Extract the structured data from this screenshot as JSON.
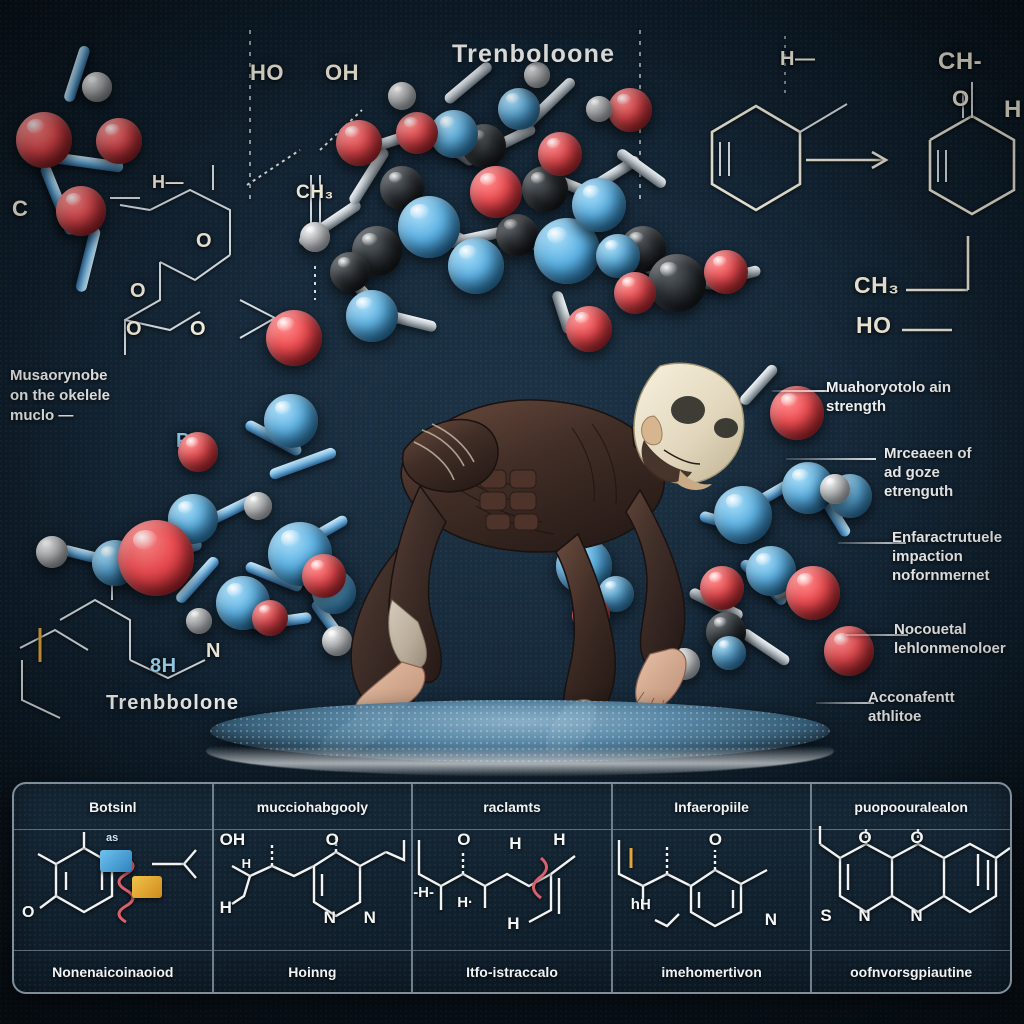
{
  "meta": {
    "background_color": "#13283a",
    "accent_blue": "#5fb4e6",
    "accent_red": "#ef4d52",
    "accent_white": "#eceff1",
    "accent_black": "#30353a",
    "label_color": "#f3eedd"
  },
  "title": {
    "main": "Trenboloone",
    "secondary": "Trenbbolone"
  },
  "chem_labels": {
    "left_c": "C",
    "h_minus": "H—",
    "ho_top": "HO",
    "oh_top": "OH",
    "o_mid": "O",
    "ch3_mid": "CH₃",
    "o_left_a": "O",
    "o_left_b": "O",
    "o_left_c": "O",
    "oh_lower": "8H",
    "n_lower": "N",
    "h_right_top": "H—",
    "ch_right": "CH-",
    "o_right": "O",
    "h_far_right": "H",
    "ch3_right": "CH₃",
    "ho_right": "HO",
    "ph_left": "PH"
  },
  "left_annotation": {
    "lines": [
      "Musaorynobe",
      "on the okelele",
      "muclo —"
    ]
  },
  "callouts": [
    {
      "lines": [
        "Muahoryotolo ain",
        "strength"
      ]
    },
    {
      "lines": [
        "Mrceaeen of",
        "ad goze",
        "etrenguth"
      ]
    },
    {
      "lines": [
        "Enfaractrutuele",
        "impaction",
        "nofornmernet"
      ]
    },
    {
      "lines": [
        "Nocouetal",
        "lehlonmenoloer"
      ]
    },
    {
      "lines": [
        "Acconafentt",
        "athlitoe"
      ]
    }
  ],
  "panels": [
    {
      "header": "Botsinl",
      "footer": "Nonenaicoinaoiod",
      "atom_labels": [
        "O",
        "as"
      ]
    },
    {
      "header": "mucciohabgooly",
      "footer": "Hoinng",
      "atom_labels": [
        "OH",
        "O",
        "H",
        "H",
        "N",
        "N"
      ]
    },
    {
      "header": "raclamts",
      "footer": "Itfo-istraccalo",
      "atom_labels": [
        "-H-",
        "O",
        "H·",
        "H",
        "H",
        "H"
      ]
    },
    {
      "header": "Infaeropiile",
      "footer": "imehomertivon",
      "atom_labels": [
        "O",
        "hH",
        "N"
      ]
    },
    {
      "header": "puopoouralealon",
      "footer": "oofnvorsgpiautine",
      "atom_labels": [
        "O",
        "O",
        "S",
        "N",
        "N"
      ]
    }
  ]
}
